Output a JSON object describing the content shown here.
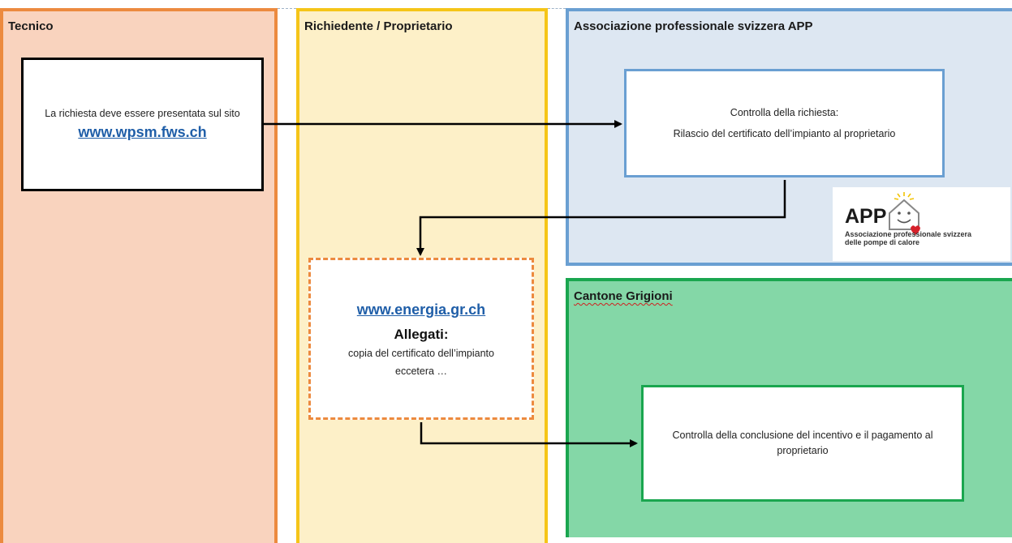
{
  "lanes": {
    "tecnico": "Tecnico",
    "richiedente": "Richiedente / Proprietario",
    "app": "Associazione professionale svizzera APP",
    "cantone": "Cantone Grigioni"
  },
  "boxes": {
    "tecnico": {
      "text": "La richiesta deve essere presentata sul sito",
      "link": "www.wpsm.fws.ch"
    },
    "app": {
      "line1": "Controlla della richiesta:",
      "line2": "Rilascio del certificato dell’impianto al proprietario"
    },
    "energia": {
      "link": "www.energia.gr.ch",
      "heading": "Allegati:",
      "line1": "copia del certificato dell’impianto",
      "line2": "eccetera …"
    },
    "cantone": {
      "text": "Controlla della conclusione del incentivo e il pagamento al proprietario"
    }
  },
  "logo": {
    "wordmark": "APP",
    "line1": "Associazione professionale svizzera",
    "line2": "delle pompe di calore",
    "colors": {
      "text": "#1a1a1a",
      "heart": "#d6202a",
      "sun": "#f2c200"
    }
  },
  "colors": {
    "tecnico_fill": "#f9d3be",
    "tecnico_border": "#ec8a3f",
    "richiedente_fill": "#fdf0c8",
    "richiedente_border": "#f5c518",
    "app_fill": "#dde7f2",
    "app_border": "#6a9fd2",
    "cantone_fill": "#84d7a7",
    "cantone_border": "#1aa64f",
    "link": "#1f5ea8"
  }
}
